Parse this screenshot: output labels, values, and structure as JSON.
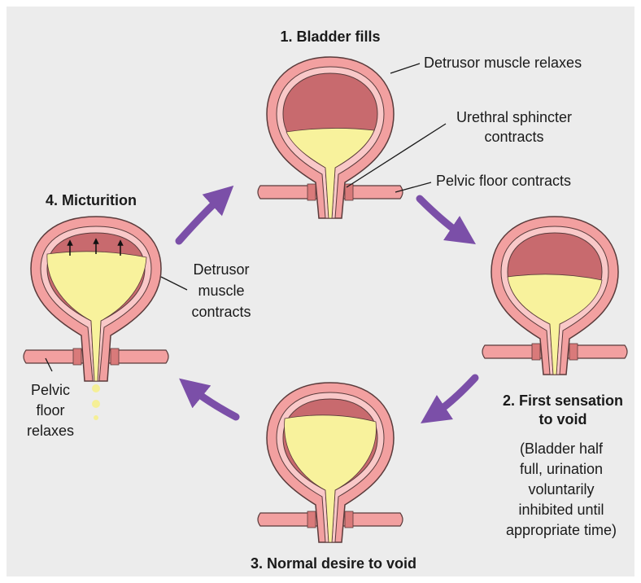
{
  "stages": {
    "s1": {
      "title": "1. Bladder fills",
      "fill_fraction": 0.3
    },
    "s2": {
      "title_lines": [
        "2. First sensation",
        "to void"
      ],
      "note_lines": [
        "(Bladder half",
        "full, urination",
        "voluntarily",
        "inhibited until",
        "appropriate time)"
      ],
      "fill_fraction": 0.5
    },
    "s3": {
      "title": "3. Normal desire to void",
      "fill_fraction": 0.72
    },
    "s4": {
      "title": "4. Micturition",
      "fill_fraction": 0.8
    }
  },
  "labels": {
    "detrusor_relaxes": "Detrusor muscle relaxes",
    "sphincter_contracts": [
      "Urethral sphincter",
      "contracts"
    ],
    "pelvic_floor_contracts": "Pelvic floor contracts",
    "detrusor_contracts": [
      "Detrusor",
      "muscle",
      "contracts"
    ],
    "pelvic_floor_relaxes": [
      "Pelvic",
      "floor",
      "relaxes"
    ]
  },
  "colors": {
    "background": "#ececec",
    "wall": "#f2a0a0",
    "lining": "#f9c8c8",
    "lumen": "#c86a6e",
    "urine": "#f8f29c",
    "outline": "#5a3b3b",
    "cycle_arrow": "#7b4fa8"
  }
}
